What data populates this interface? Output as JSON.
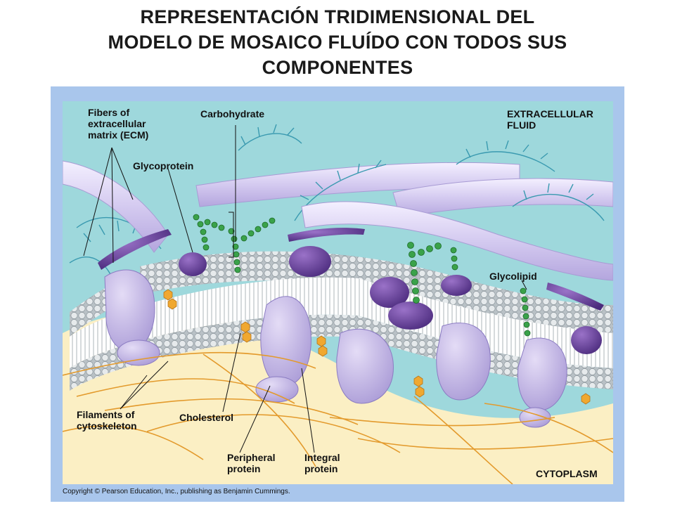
{
  "title": {
    "line1": "REPRESENTACIÓN TRIDIMENSIONAL DEL",
    "line2": "MODELO DE MOSAICO FLUÍDO CON TODOS SUS",
    "line3": "COMPONENTES"
  },
  "labels": {
    "ecm": "Fibers of\nextracellular\nmatrix (ECM)",
    "carbohydrate": "Carbohydrate",
    "extracellular": "EXTRACELLULAR\nFLUID",
    "glycoprotein": "Glycoprotein",
    "glycolipid": "Glycolipid",
    "filaments": "Filaments of\ncytoskeleton",
    "cholesterol": "Cholesterol",
    "peripheral": "Peripheral\nprotein",
    "integral": "Integral\nprotein",
    "cytoplasm": "CYTOPLASM"
  },
  "copyright": "Copyright © Pearson Education, Inc., publishing as Benjamin Cummings.",
  "colors": {
    "extracellular_fluid": "#9ed8dc",
    "cytoplasm": "#fbefc4",
    "protein": "#c9bde6",
    "glycoprotein_head": "#6a3e9c",
    "carbohydrate_chain": "#3aa24a",
    "cholesterol": "#f0a830",
    "filaments": "#e39a2c",
    "phospholipid_head": "#d8dde0",
    "ecm_fiber": "#d6cdf0",
    "frame": "#a9c6ec"
  }
}
